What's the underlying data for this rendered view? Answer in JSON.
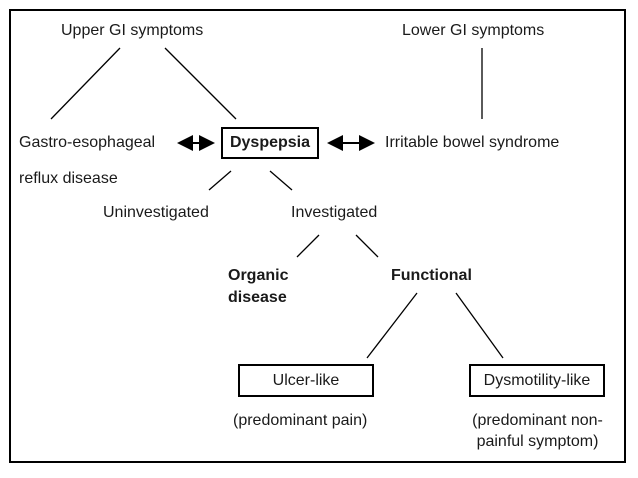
{
  "nodes": {
    "upper_gi": "Upper GI symptoms",
    "lower_gi": "Lower GI symptoms",
    "gerd_line1": "Gastro-esophageal",
    "gerd_line2": "reflux disease",
    "dyspepsia": "Dyspepsia",
    "ibs": "Irritable bowel syndrome",
    "uninvestigated": "Uninvestigated",
    "investigated": "Investigated",
    "organic_line1": "Organic",
    "organic_line2": "disease",
    "functional": "Functional",
    "ulcer_like": "Ulcer-like",
    "ulcer_note": "(predominant pain)",
    "dysmotility_like": "Dysmotility-like",
    "dysmotility_note_line1": "(predominant non-",
    "dysmotility_note_line2": "painful symptom)"
  },
  "colors": {
    "line": "#000000",
    "text": "#1a1a1a"
  }
}
